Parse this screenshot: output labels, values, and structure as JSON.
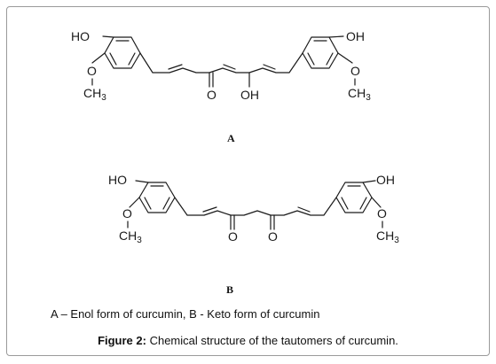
{
  "structure_a": {
    "label": "A",
    "left_hydroxyl": "HO",
    "left_ether_oxygen": "O",
    "left_methyl": "CH",
    "left_methyl_sub": "3",
    "keto_oxygen": "O",
    "enol_hydroxyl": "OH",
    "right_hydroxyl": "OH",
    "right_ether_oxygen": "O",
    "right_methyl": "CH",
    "right_methyl_sub": "3"
  },
  "structure_b": {
    "label": "B",
    "left_hydroxyl": "HO",
    "left_ether_oxygen": "O",
    "left_methyl": "CH",
    "left_methyl_sub": "3",
    "keto_oxygen_1": "O",
    "keto_oxygen_2": "O",
    "right_hydroxyl": "OH",
    "right_ether_oxygen": "O",
    "right_methyl": "CH",
    "right_methyl_sub": "3"
  },
  "legend": "A – Enol form of curcumin, B - Keto form of curcumin",
  "caption": {
    "prefix": "Figure 2:",
    "text": " Chemical structure of the tautomers of curcumin."
  }
}
